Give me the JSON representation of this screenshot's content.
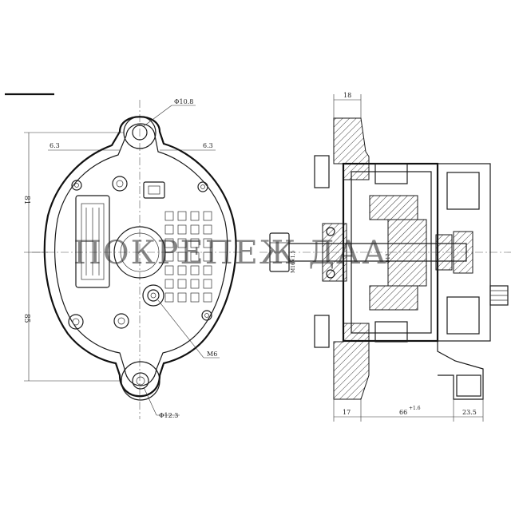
{
  "watermark": "ПОКРЕПЕЖ ДАА",
  "front_view": {
    "dim_mounting_hole_top": "Φ10.8",
    "dim_offset_left": "6.3",
    "dim_offset_right": "6.3",
    "dim_height_upper": "81",
    "dim_height_lower": "85",
    "dim_terminal_thread": "M6",
    "dim_mounting_hole_bottom": "Φ12.3"
  },
  "side_view": {
    "dim_flange_width": "18",
    "dim_front_length": "17",
    "dim_body_length": "66",
    "dim_body_tolerance": "+1.6",
    "dim_rear_length": "23.5",
    "dim_shaft_thread": "M16×1.5",
    "dim_shaft_diameter": "Φ17"
  }
}
